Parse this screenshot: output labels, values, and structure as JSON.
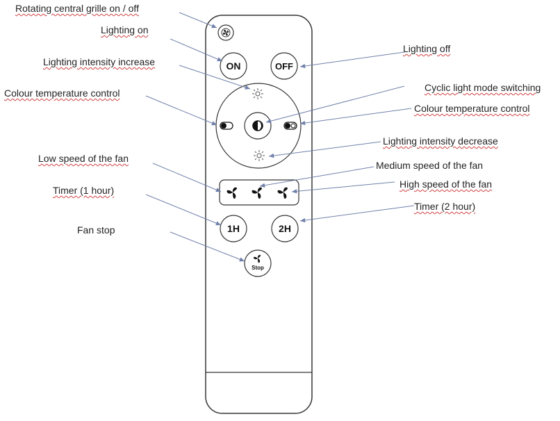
{
  "buttons": {
    "on": "ON",
    "off": "OFF",
    "timer_1h": "1H",
    "timer_2h": "2H",
    "stop": "Stop"
  },
  "labels": {
    "rotating_grille": "Rotating central grille on / off",
    "lighting_on": "Lighting on",
    "lighting_off": "Lighting off",
    "intensity_increase": "Lighting intensity increase",
    "colour_temp_left": "Colour temperature control",
    "cyclic_mode": "Cyclic light mode switching",
    "colour_temp_right": "Colour temperature control",
    "intensity_decrease": "Lighting intensity decrease",
    "medium_speed": "Medium speed of the fan",
    "low_speed": "Low speed of the fan",
    "high_speed": "High speed of the fan",
    "timer_1h": "Timer (1 hour)",
    "timer_2h": "Timer (2 hour)",
    "fan_stop": "Fan stop"
  },
  "icons": {
    "grille": "fan-grille-icon",
    "brightness_up": "sun-icon",
    "brightness_down": "sun-icon",
    "cyclic": "half-circle-icon",
    "colour_temp": "toggle-icon",
    "fan": "fan-icon"
  },
  "colors": {
    "outline": "#333333",
    "arrow": "#8090b8",
    "underline": "#d04040"
  }
}
